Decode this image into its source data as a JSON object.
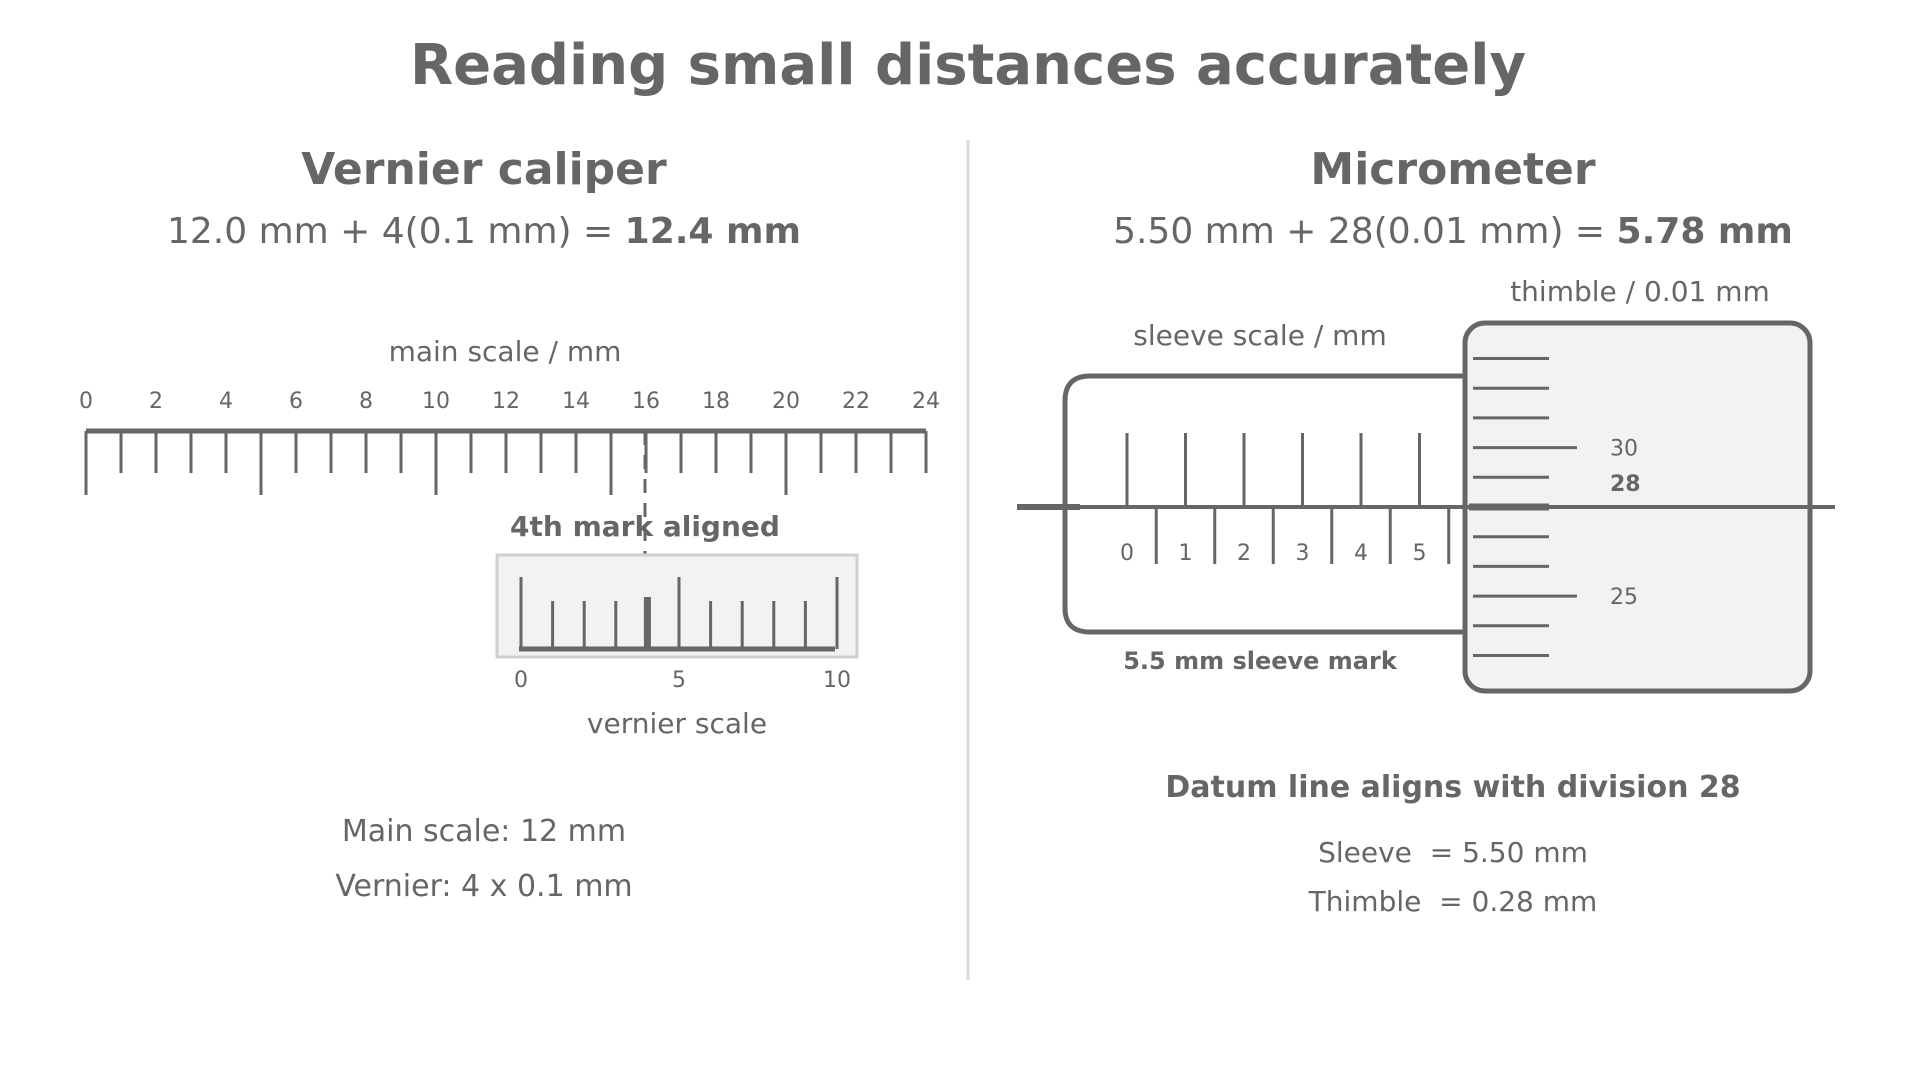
{
  "title": "Reading small distances accurately",
  "caliper": {
    "heading": "Vernier caliper",
    "equation_prefix": "12.0 mm + 4(0.1 mm) = ",
    "equation_result": "12.4 mm",
    "main_scale_label": "main scale / mm",
    "main_scale_ticks": [
      "0",
      "2",
      "4",
      "6",
      "8",
      "10",
      "12",
      "14",
      "16",
      "18",
      "20",
      "22",
      "24"
    ],
    "aligned_label": "4th mark aligned",
    "vernier_ticks": [
      "0",
      "5",
      "10"
    ],
    "vernier_label": "vernier scale",
    "aligned_mark": 4,
    "summary_main": "Main scale: 12 mm",
    "summary_vernier": "Vernier: 4 x 0.1 mm"
  },
  "micrometer": {
    "heading": "Micrometer",
    "equation_prefix": "5.50 mm + 28(0.01 mm) = ",
    "equation_result": "5.78 mm",
    "thimble_label": "thimble / 0.01 mm",
    "sleeve_label": "sleeve scale / mm",
    "sleeve_ticks": [
      "0",
      "1",
      "2",
      "3",
      "4",
      "5"
    ],
    "thimble_ticks": [
      "30",
      "28",
      "25"
    ],
    "sleeve_mark_label": "5.5 mm sleeve mark",
    "datum_text": "Datum line aligns with division 28",
    "sleeve_value": "Sleeve  = 5.50 mm",
    "thimble_value": "Thimble  = 0.28 mm"
  },
  "colors": {
    "ink": "#666668",
    "divider": "#d9d9d9",
    "panel_fill": "#f2f2f2",
    "panel_stroke": "#d0d0d0"
  }
}
